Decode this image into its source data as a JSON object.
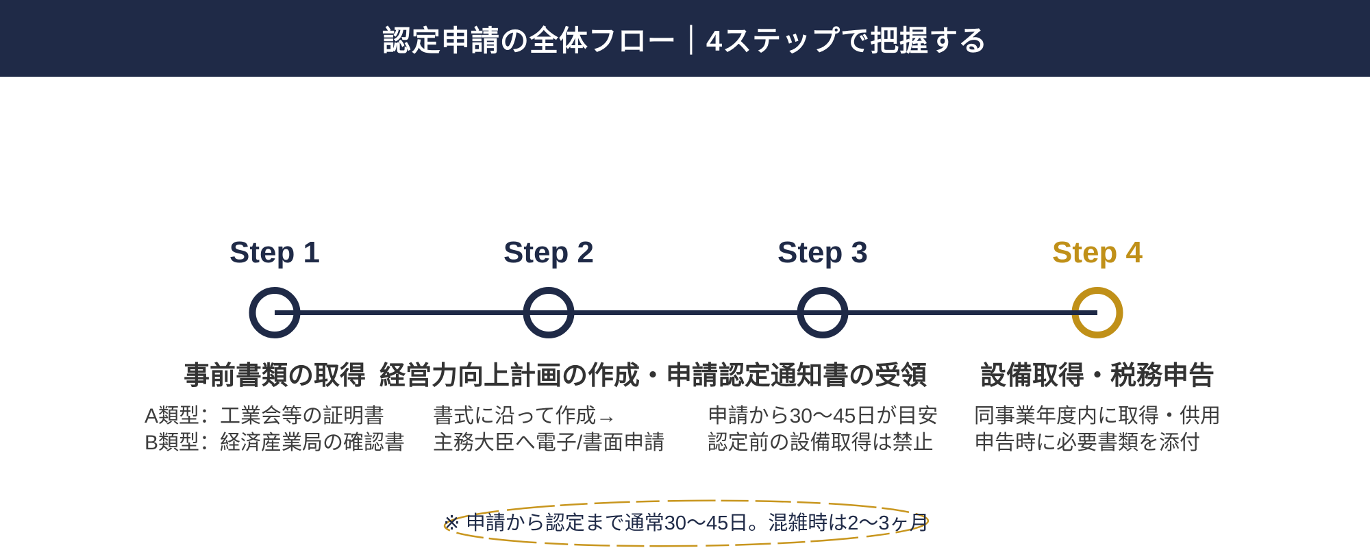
{
  "header": {
    "title": "認定申請の全体フロー｜4ステップで把握する",
    "bg_color": "#1f2a47",
    "text_color": "#ffffff"
  },
  "colors": {
    "navy": "#1f2a47",
    "gold": "#c09018",
    "title_text": "#333333",
    "sub_text": "#3d3d3d"
  },
  "steps": [
    {
      "label": "Step 1",
      "title": "事前書類の取得",
      "lines": [
        "A類型：工業会等の証明書",
        "B類型：経済産業局の確認書"
      ],
      "color": "#1f2a47"
    },
    {
      "label": "Step 2",
      "title": "経営力向上計画の作成・申請",
      "lines": [
        "書式に沿って作成→",
        "主務大臣へ電子/書面申請"
      ],
      "color": "#1f2a47"
    },
    {
      "label": "Step 3",
      "title": "認定通知書の受領",
      "lines": [
        "申請から30〜45日が目安",
        "認定前の設備取得は禁止"
      ],
      "color": "#1f2a47"
    },
    {
      "label": "Step 4",
      "title": "設備取得・税務申告",
      "lines": [
        "同事業年度内に取得・供用",
        "申告時に必要書類を添付"
      ],
      "color": "#c09018"
    }
  ],
  "note": {
    "text": "※ 申請から認定まで通常30〜45日。混雑時は2〜3ヶ月",
    "ellipse_color": "#c8961e",
    "text_color": "#1f2a47"
  }
}
